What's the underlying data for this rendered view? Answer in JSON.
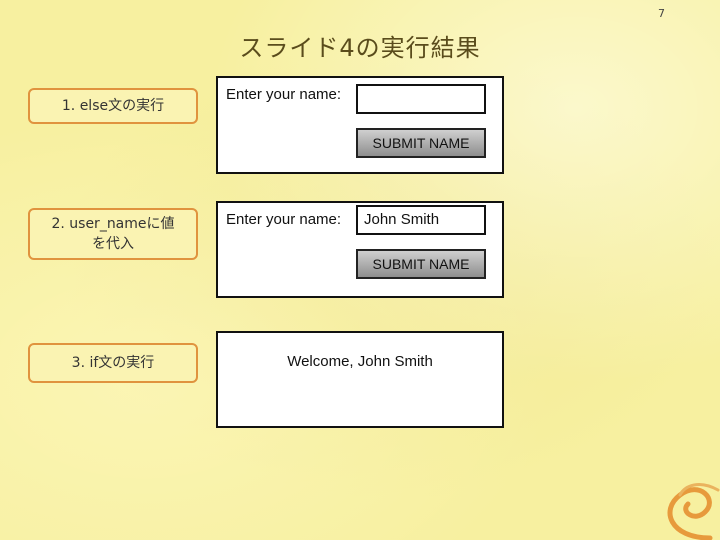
{
  "slide": {
    "page_number": "7",
    "title": "スライド4の実行結果"
  },
  "steps": [
    {
      "label": "1.  else文の実行"
    },
    {
      "label": "2.  user_nameに値\nを代入"
    },
    {
      "label": "3.  if文の実行"
    }
  ],
  "panels": {
    "panel1": {
      "prompt_label": "Enter your name:",
      "input_value": "",
      "submit_label": "SUBMIT NAME"
    },
    "panel2": {
      "prompt_label": "Enter your name:",
      "input_value": "John Smith",
      "submit_label": "SUBMIT NAME"
    },
    "panel3": {
      "welcome_message": "Welcome, John Smith"
    }
  },
  "colors": {
    "background": "#f7f0a0",
    "step_border": "#e0933e",
    "panel_border": "#111111"
  },
  "icons": {
    "decoration": "swirl-decoration-icon"
  }
}
